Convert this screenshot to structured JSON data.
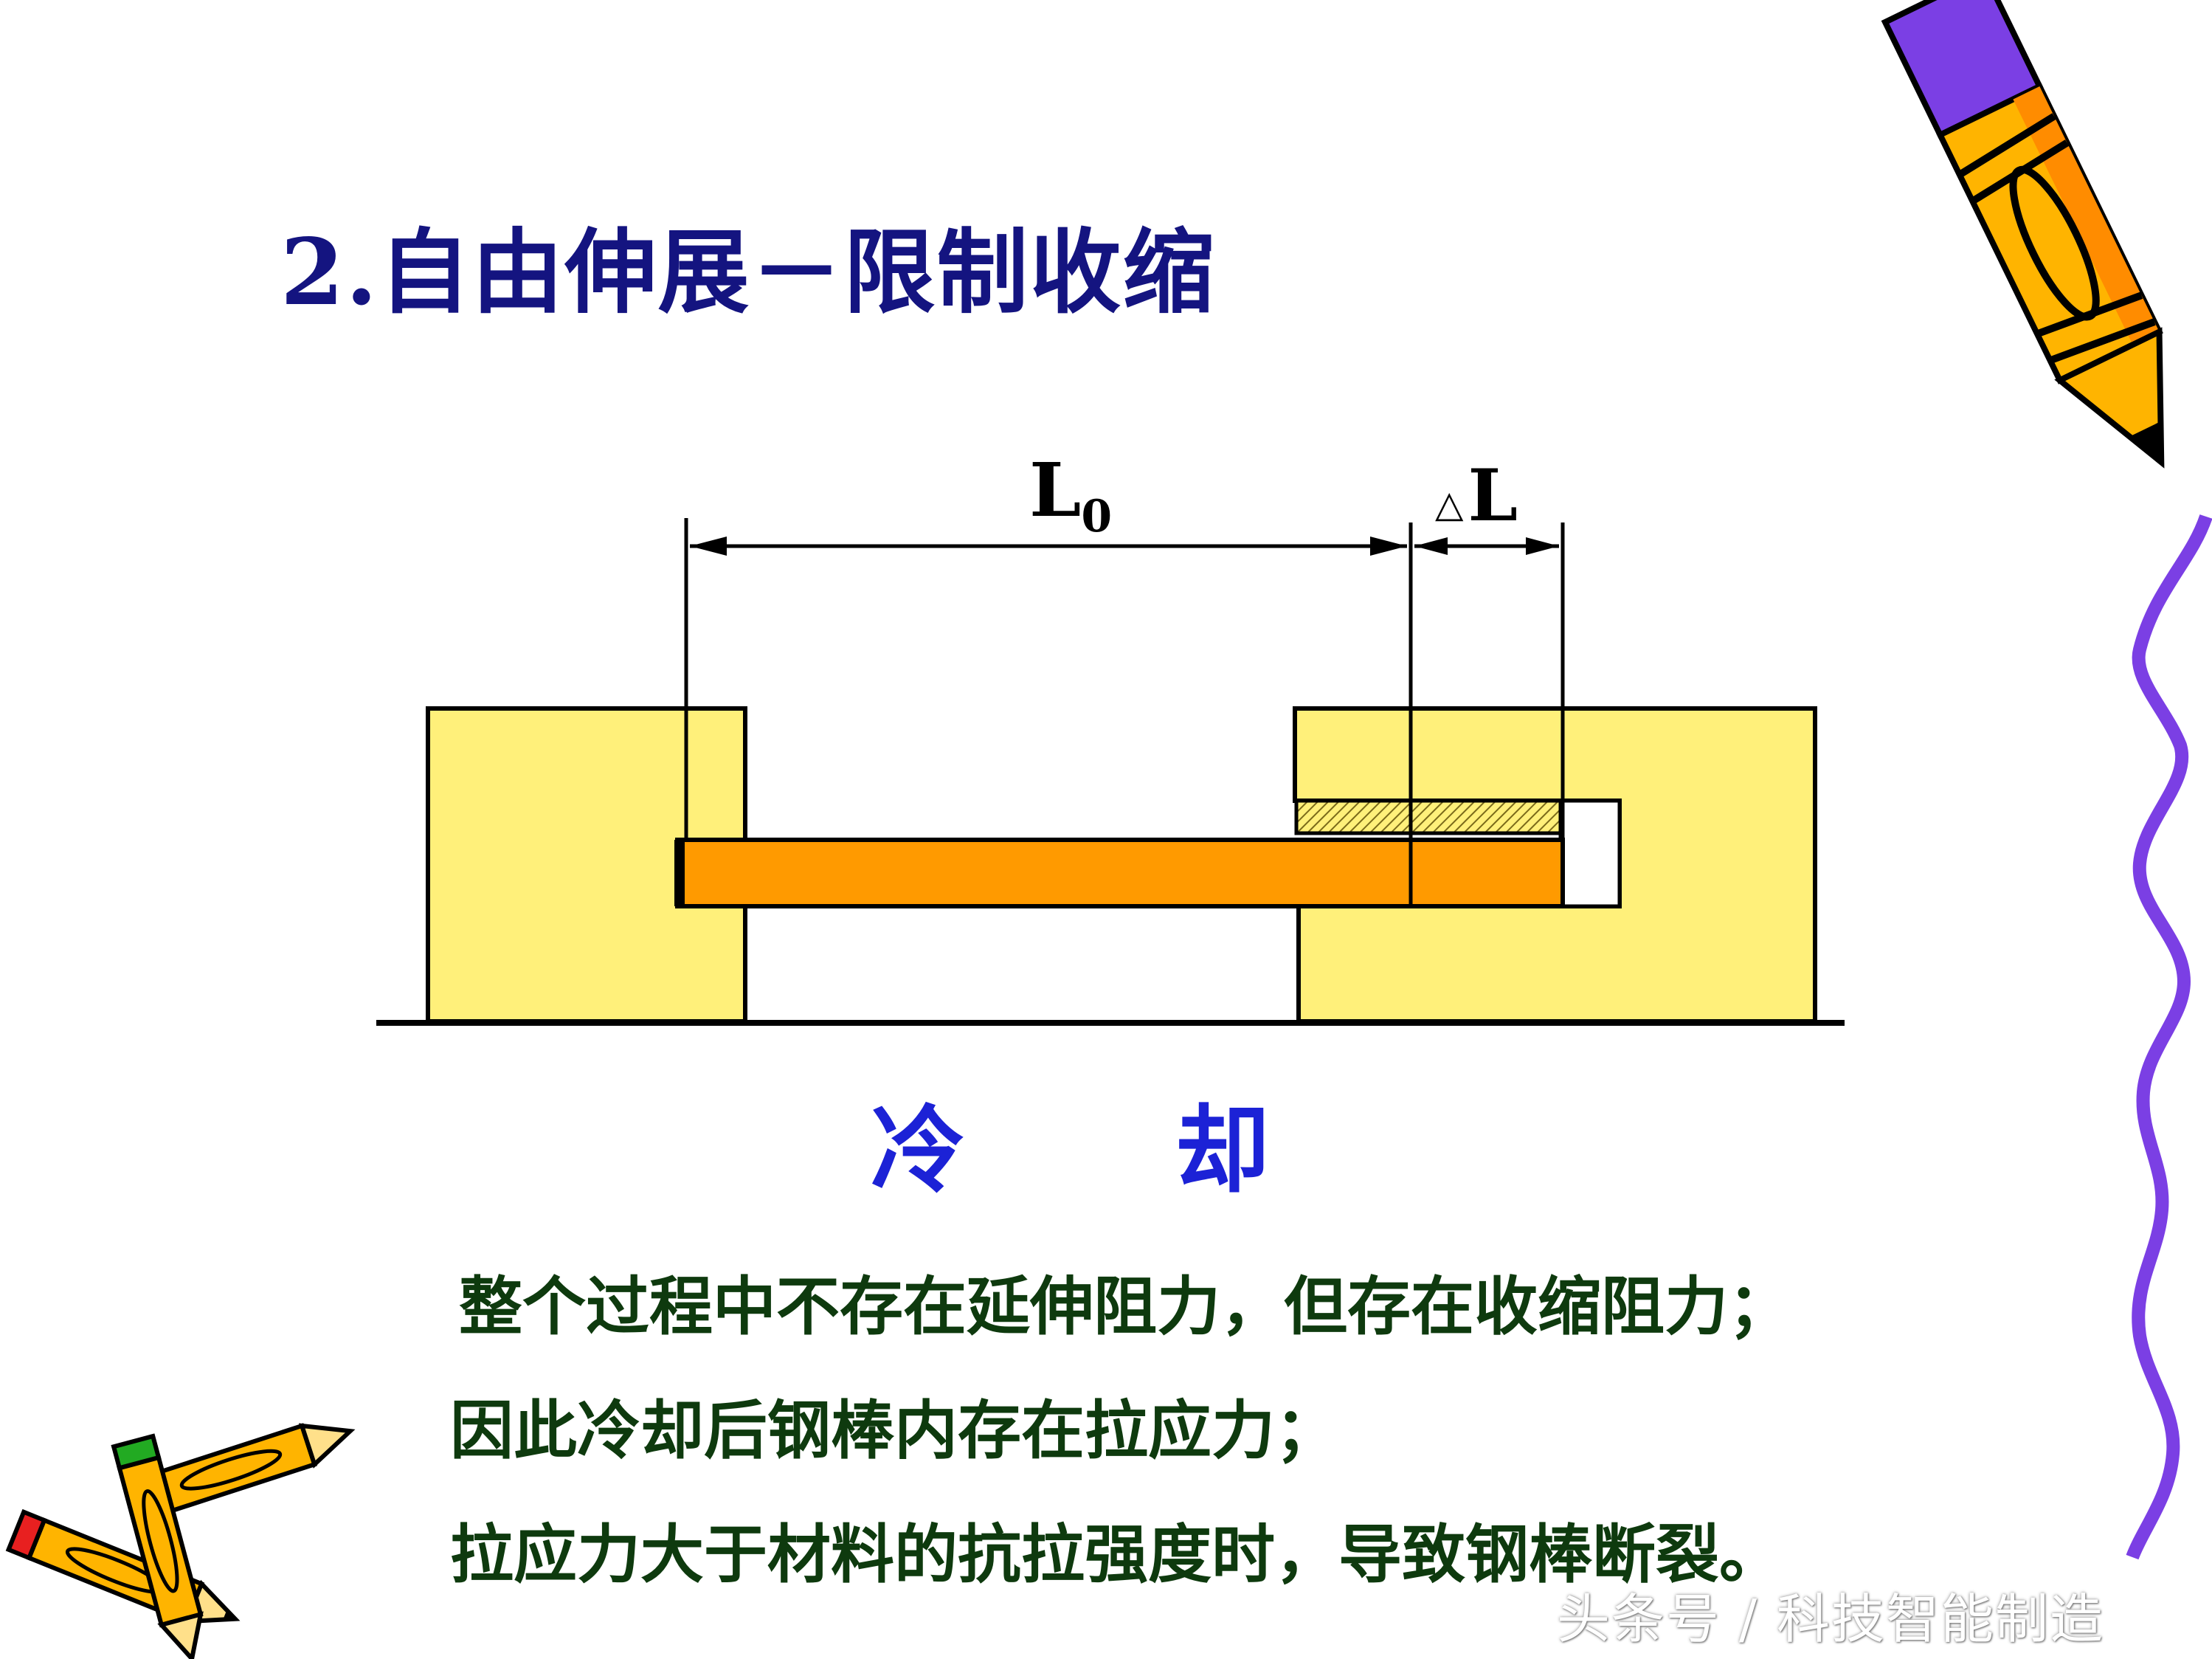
{
  "title": {
    "number": "2.",
    "text": "自由伸展－限制收缩"
  },
  "diagram": {
    "length_label": "L",
    "length_subscript": "0",
    "delta_symbol": "△",
    "delta_label": "L"
  },
  "caption": "冷 却",
  "body_lines": [
    "整个过程中不存在延伸阻力，但存在收缩阻力；",
    "因此冷却后钢棒内存在拉应力；",
    "拉应力大于材料的抗拉强度时，导致钢棒断裂。"
  ],
  "watermark": "头条号 / 科技智能制造",
  "colors": {
    "block_fill": "#FFF07A",
    "bar_fill": "#FF9A00",
    "title_color": "#141480",
    "caption_color": "#1C22D6",
    "body_color": "#0E3A0E",
    "border_color": "#7B3FE4"
  },
  "decorations": {
    "top_right": "pencil-icon",
    "bottom_left": "pencils-icon",
    "right_edge": "wavy-border"
  }
}
